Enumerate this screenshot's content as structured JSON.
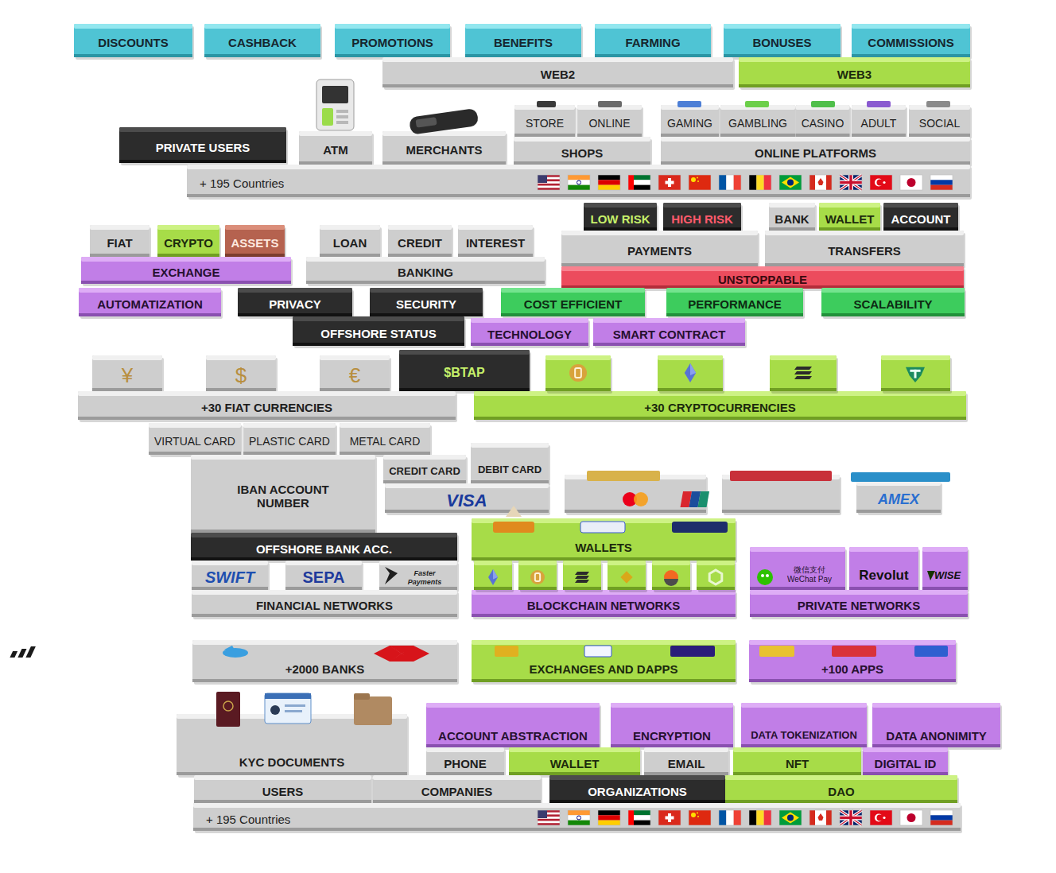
{
  "diagram": {
    "nodes": [
      {
        "text": [
          "DISCOUNTS"
        ]
      },
      {
        "text": [
          "CASHBACK"
        ]
      },
      {
        "text": [
          "PROMOTIONS"
        ]
      },
      {
        "text": [
          "BENEFITS"
        ]
      },
      {
        "text": [
          "FARMING"
        ]
      },
      {
        "text": [
          "BONUSES"
        ]
      },
      {
        "text": [
          "COMMISSIONS"
        ]
      },
      {
        "text": [
          "WEB2"
        ]
      },
      {
        "text": [
          "WEB3"
        ]
      },
      {
        "text": [
          "STORE"
        ]
      },
      {
        "text": [
          "ONLINE"
        ]
      },
      {
        "text": [
          "GAMING"
        ]
      },
      {
        "text": [
          "GAMBLING"
        ]
      },
      {
        "text": [
          "CASINO"
        ]
      },
      {
        "text": [
          "ADULT"
        ]
      },
      {
        "text": [
          "SOCIAL"
        ]
      },
      {
        "text": [
          "PRIVATE USERS"
        ]
      },
      {
        "text": [
          "ATM"
        ]
      },
      {
        "text": [
          "MERCHANTS"
        ]
      },
      {
        "text": [
          "SHOPS"
        ]
      },
      {
        "text": [
          "ONLINE PLATFORMS"
        ]
      },
      {
        "text": [
          "+ 195 Countries"
        ]
      },
      {
        "text": [
          "LOW RISK"
        ]
      },
      {
        "text": [
          "HIGH RISK"
        ]
      },
      {
        "text": [
          "BANK"
        ]
      },
      {
        "text": [
          "WALLET"
        ]
      },
      {
        "text": [
          "ACCOUNT"
        ]
      },
      {
        "text": [
          "FIAT"
        ]
      },
      {
        "text": [
          "CRYPTO"
        ]
      },
      {
        "text": [
          "ASSETS"
        ]
      },
      {
        "text": [
          "LOAN"
        ]
      },
      {
        "text": [
          "CREDIT"
        ]
      },
      {
        "text": [
          "INTEREST"
        ]
      },
      {
        "text": [
          "PAYMENTS"
        ]
      },
      {
        "text": [
          "TRANSFERS"
        ]
      },
      {
        "text": [
          "EXCHANGE"
        ]
      },
      {
        "text": [
          "BANKING"
        ]
      },
      {
        "text": [
          "UNSTOPPABLE"
        ]
      },
      {
        "text": [
          "AUTOMATIZATION"
        ]
      },
      {
        "text": [
          "PRIVACY"
        ]
      },
      {
        "text": [
          "SECURITY"
        ]
      },
      {
        "text": [
          "COST EFFICIENT"
        ]
      },
      {
        "text": [
          "PERFORMANCE"
        ]
      },
      {
        "text": [
          "SCALABILITY"
        ]
      },
      {
        "text": [
          "OFFSHORE STATUS"
        ]
      },
      {
        "text": [
          "TECHNOLOGY"
        ]
      },
      {
        "text": [
          "SMART CONTRACT"
        ]
      },
      {
        "text": [
          "¥"
        ]
      },
      {
        "text": [
          "$"
        ]
      },
      {
        "text": [
          "€"
        ]
      },
      {
        "text": [
          "$BTAP"
        ]
      },
      {
        "text": [
          "+30 FIAT CURRENCIES"
        ]
      },
      {
        "text": [
          "+30 CRYPTOCURRENCIES"
        ]
      },
      {
        "text": [
          "VIRTUAL CARD"
        ]
      },
      {
        "text": [
          "PLASTIC CARD"
        ]
      },
      {
        "text": [
          "METAL CARD"
        ]
      },
      {
        "text": [
          "CREDIT CARD"
        ]
      },
      {
        "text": [
          "DEBIT CARD"
        ]
      },
      {
        "text": [
          "IBAN ACCOUNT NUMBER"
        ]
      },
      {
        "text": [
          "VISA"
        ]
      },
      {
        "text": [
          "AMEX"
        ]
      },
      {
        "text": [
          "WALLETS"
        ]
      },
      {
        "text": [
          "微信支付 WeChat Pay"
        ]
      },
      {
        "text": [
          "Revolut"
        ]
      },
      {
        "text": [
          "WISE"
        ]
      },
      {
        "text": [
          "OFFSHORE BANK ACC."
        ]
      },
      {
        "text": [
          "SWIFT"
        ]
      },
      {
        "text": [
          "SEPA"
        ]
      },
      {
        "text": [
          "Faster Payments"
        ]
      },
      {
        "text": [
          "FINANCIAL NETWORKS"
        ]
      },
      {
        "text": [
          "BLOCKCHAIN NETWORKS"
        ]
      },
      {
        "text": [
          "PRIVATE NETWORKS"
        ]
      },
      {
        "text": [
          "+2000 BANKS"
        ]
      },
      {
        "text": [
          "EXCHANGES AND DAPPS"
        ]
      },
      {
        "text": [
          "+100 APPS"
        ]
      },
      {
        "text": [
          "KYC DOCUMENTS"
        ]
      },
      {
        "text": [
          "ACCOUNT ABSTRACTION"
        ]
      },
      {
        "text": [
          "ENCRYPTION"
        ]
      },
      {
        "text": [
          "DATA TOKENIZATION"
        ]
      },
      {
        "text": [
          "DATA ANONIMITY"
        ]
      },
      {
        "text": [
          "PHONE"
        ]
      },
      {
        "text": [
          "WALLET"
        ]
      },
      {
        "text": [
          "EMAIL"
        ]
      },
      {
        "text": [
          "NFT"
        ]
      },
      {
        "text": [
          "DIGITAL ID"
        ]
      },
      {
        "text": [
          "USERS"
        ]
      },
      {
        "text": [
          "COMPANIES"
        ]
      },
      {
        "text": [
          "ORGANIZATIONS"
        ]
      },
      {
        "text": [
          "DAO"
        ]
      },
      {
        "text": [
          "+ 195 Countries"
        ]
      }
    ]
  }
}
